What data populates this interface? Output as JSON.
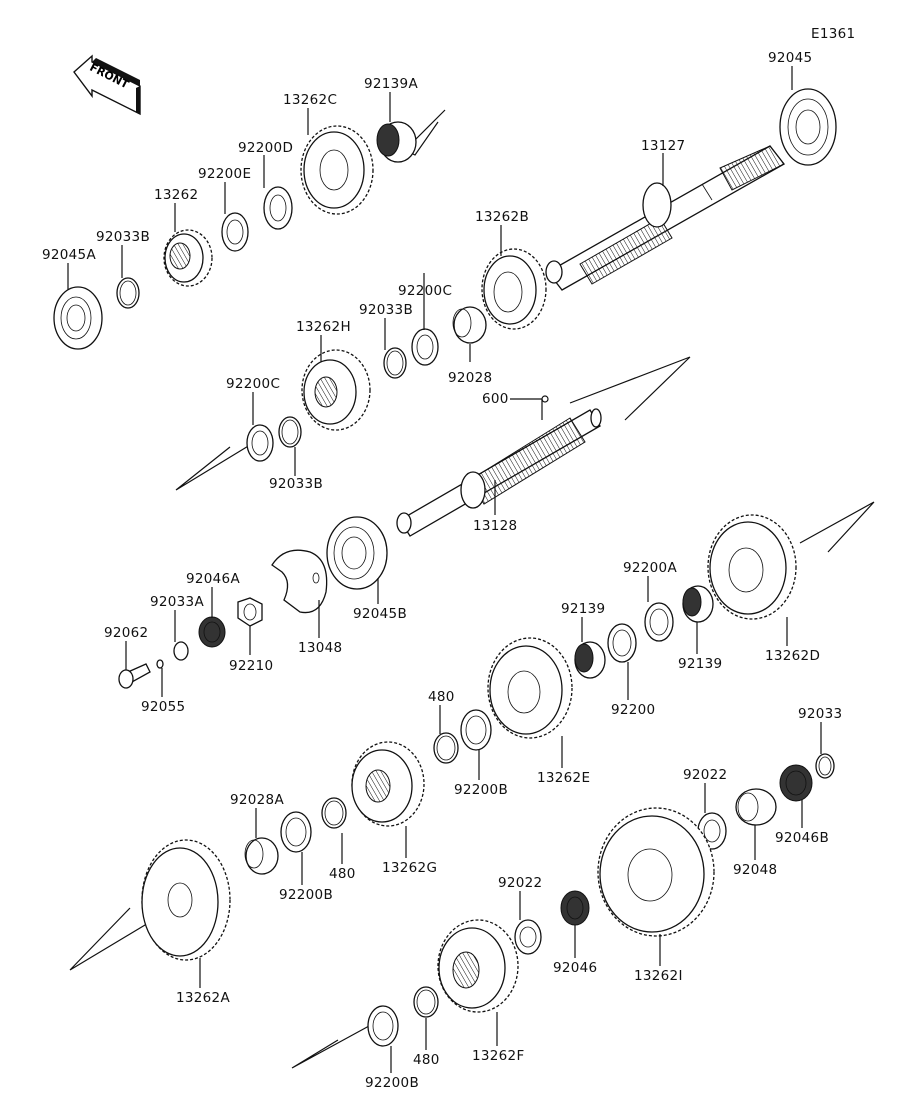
{
  "diagram": {
    "code": "E1361",
    "front_arrow_text": "FRONT",
    "parts": [
      {
        "id": "92045",
        "label": "92045"
      },
      {
        "id": "13127",
        "label": "13127"
      },
      {
        "id": "92139A",
        "label": "92139A"
      },
      {
        "id": "13262C",
        "label": "13262C"
      },
      {
        "id": "92200D",
        "label": "92200D"
      },
      {
        "id": "92200E",
        "label": "92200E"
      },
      {
        "id": "13262",
        "label": "13262"
      },
      {
        "id": "92033B-1",
        "label": "92033B"
      },
      {
        "id": "92045A",
        "label": "92045A"
      },
      {
        "id": "13262B",
        "label": "13262B"
      },
      {
        "id": "92200C-1",
        "label": "92200C"
      },
      {
        "id": "92033B-2",
        "label": "92033B"
      },
      {
        "id": "92028",
        "label": "92028"
      },
      {
        "id": "13262H",
        "label": "13262H"
      },
      {
        "id": "92200C-2",
        "label": "92200C"
      },
      {
        "id": "92033B-3",
        "label": "92033B"
      },
      {
        "id": "600",
        "label": "600"
      },
      {
        "id": "13128",
        "label": "13128"
      },
      {
        "id": "92045B",
        "label": "92045B"
      },
      {
        "id": "13048",
        "label": "13048"
      },
      {
        "id": "92046A",
        "label": "92046A"
      },
      {
        "id": "92033A",
        "label": "92033A"
      },
      {
        "id": "92210",
        "label": "92210"
      },
      {
        "id": "92062",
        "label": "92062"
      },
      {
        "id": "92055",
        "label": "92055"
      },
      {
        "id": "92200A",
        "label": "92200A"
      },
      {
        "id": "92139-1",
        "label": "92139"
      },
      {
        "id": "92139-2",
        "label": "92139"
      },
      {
        "id": "92200",
        "label": "92200"
      },
      {
        "id": "13262D",
        "label": "13262D"
      },
      {
        "id": "480-1",
        "label": "480"
      },
      {
        "id": "92200B-1",
        "label": "92200B"
      },
      {
        "id": "13262E",
        "label": "13262E"
      },
      {
        "id": "92033",
        "label": "92033"
      },
      {
        "id": "92022-1",
        "label": "92022"
      },
      {
        "id": "92048",
        "label": "92048"
      },
      {
        "id": "92046B",
        "label": "92046B"
      },
      {
        "id": "92028A",
        "label": "92028A"
      },
      {
        "id": "92200B-2",
        "label": "92200B"
      },
      {
        "id": "480-2",
        "label": "480"
      },
      {
        "id": "13262G",
        "label": "13262G"
      },
      {
        "id": "13262A",
        "label": "13262A"
      },
      {
        "id": "92022-2",
        "label": "92022"
      },
      {
        "id": "92046",
        "label": "92046"
      },
      {
        "id": "13262I",
        "label": "13262I"
      },
      {
        "id": "13262F",
        "label": "13262F"
      },
      {
        "id": "480-3",
        "label": "480"
      },
      {
        "id": "92200B-3",
        "label": "92200B"
      }
    ]
  }
}
